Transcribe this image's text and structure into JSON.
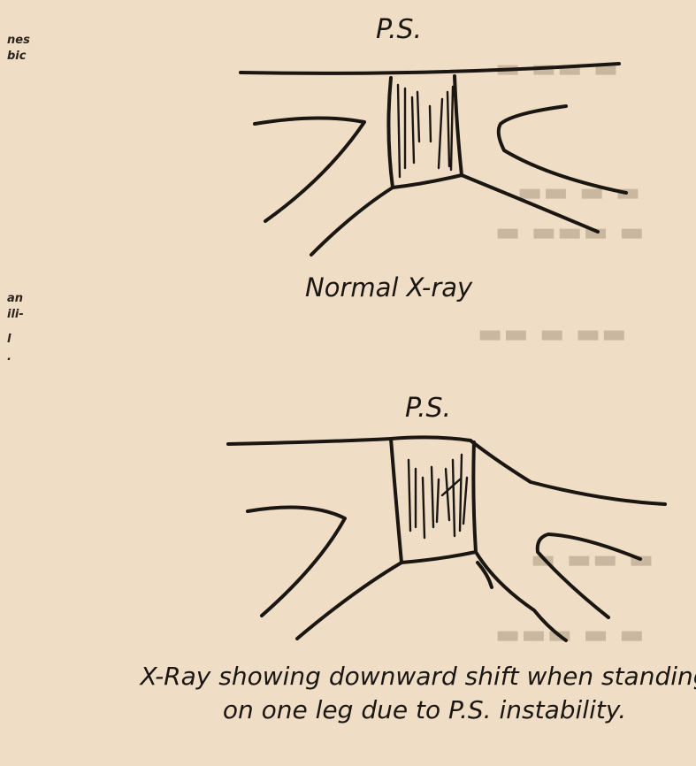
{
  "left_margin_fragments": [
    "nes",
    "bic",
    "an",
    "ili-",
    "l",
    "."
  ],
  "diagrams": [
    {
      "label": "P.S.",
      "caption": "Normal X-ray"
    },
    {
      "label": "P.S.",
      "caption": "X-Ray showing downward shift when standing on one leg due to P.S. instability."
    }
  ]
}
